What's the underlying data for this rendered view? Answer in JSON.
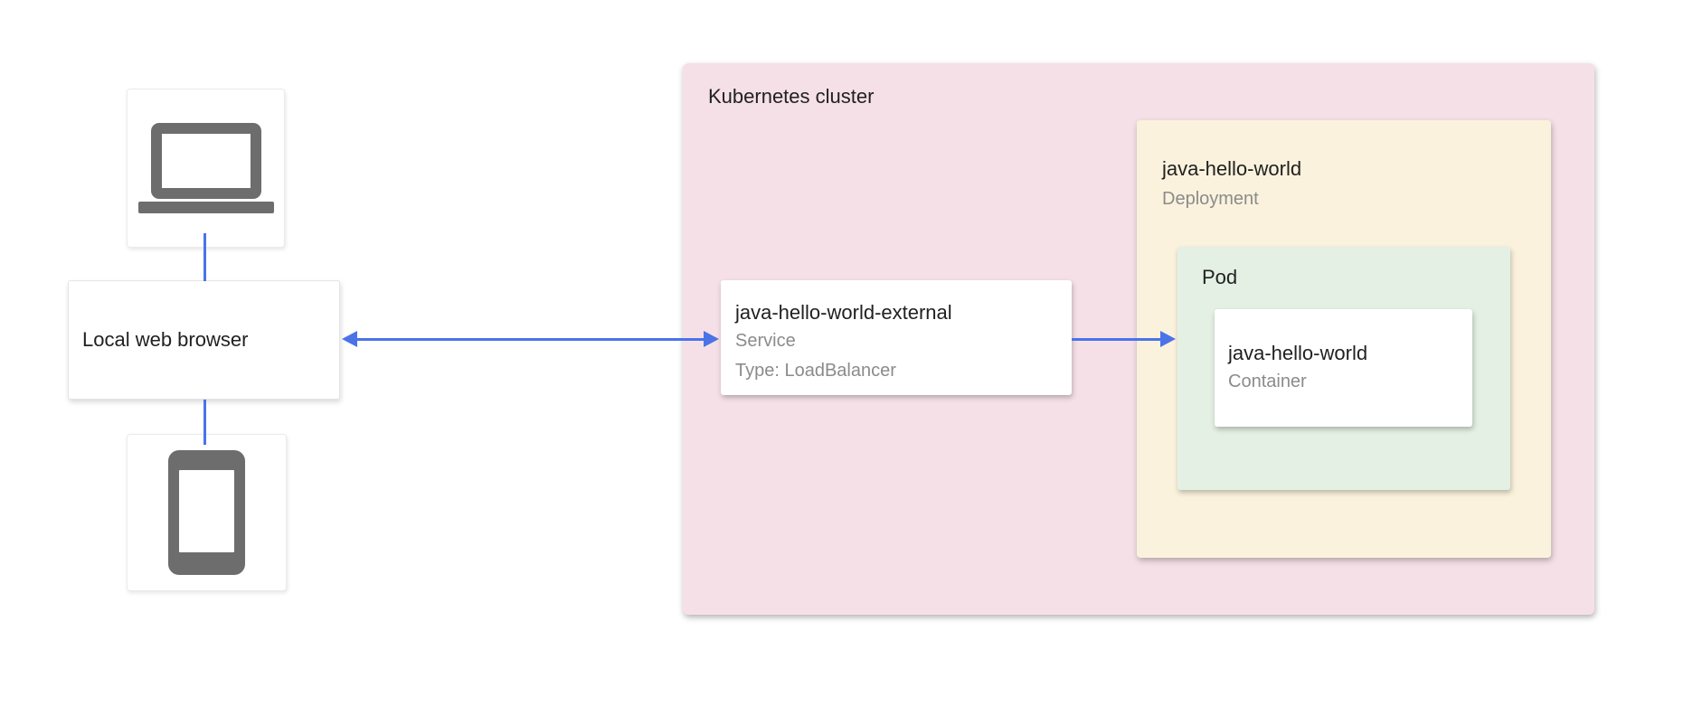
{
  "colors": {
    "arrow_blue": "#4a73e8",
    "device_icon_gray": "#6d6d6d",
    "cluster_background": "#f6e0e8",
    "deployment_background": "#fbf2dd",
    "pod_background": "#e4f0e4",
    "card_background": "#ffffff",
    "title_text": "#212121",
    "secondary_text": "#8b8b8b"
  },
  "client": {
    "laptop_icon": "laptop",
    "phone_icon": "smartphone",
    "browser_label": "Local web browser"
  },
  "arrows": {
    "browser_service": "bidirectional",
    "service_pod": "right"
  },
  "cluster": {
    "label": "Kubernetes cluster",
    "service": {
      "title": "java-hello-world-external",
      "kind": "Service",
      "type": "Type: LoadBalancer"
    },
    "deployment": {
      "title": "java-hello-world",
      "kind": "Deployment",
      "pod": {
        "label": "Pod",
        "container": {
          "title": "java-hello-world",
          "kind": "Container"
        }
      }
    }
  }
}
